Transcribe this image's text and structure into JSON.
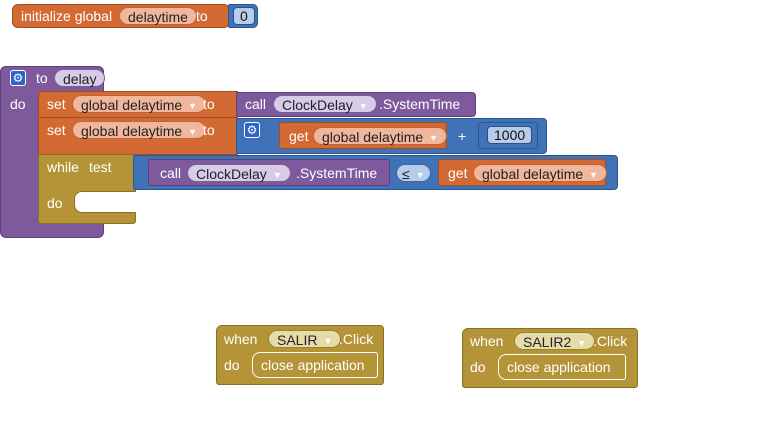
{
  "init_block": {
    "keyword": "initialize global",
    "variable": "delaytime",
    "to_label": "to",
    "value": "0"
  },
  "procedure": {
    "to_label": "to",
    "name": "delay",
    "do_label": "do",
    "set1": {
      "keyword": "set",
      "variable": "global delaytime",
      "to_label": "to",
      "call_label": "call",
      "component": "ClockDelay",
      "method": ".SystemTime"
    },
    "set2": {
      "keyword": "set",
      "variable": "global delaytime",
      "to_label": "to",
      "get_label": "get",
      "get_variable": "global delaytime",
      "operator": "+",
      "value": "1000"
    },
    "while": {
      "while_label": "while",
      "test_label": "test",
      "call_label": "call",
      "component": "ClockDelay",
      "method": ".SystemTime",
      "comparator": "≤",
      "get_label": "get",
      "get_variable": "global delaytime",
      "do_label": "do"
    }
  },
  "event1": {
    "when_label": "when",
    "component": "SALIR",
    "event": ".Click",
    "do_label": "do",
    "action": "close application"
  },
  "event2": {
    "when_label": "when",
    "component": "SALIR2",
    "event": ".Click",
    "do_label": "do",
    "action": "close application"
  },
  "colors": {
    "variables": "#d46a33",
    "procedures": "#7e5a9c",
    "math": "#3f72b6",
    "control": "#b49437"
  },
  "icons": {
    "mutator": "gear-icon",
    "dropdown": "dropdown-arrow-icon"
  }
}
